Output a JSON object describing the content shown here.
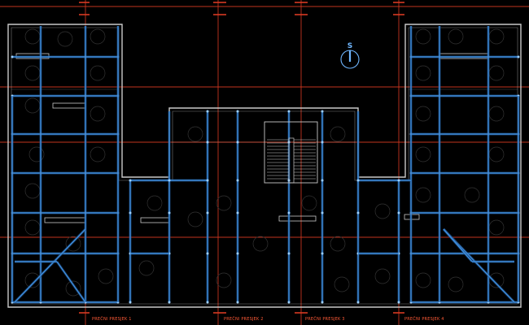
{
  "colors": {
    "background": "#000000",
    "walls": "#c9c9c9",
    "beams": "#3f8fe0",
    "beam_glow": "#1e4f86",
    "section_lines": "#d83a22",
    "section_text": "#ff5a36",
    "north_symbol": "#6fb6ff"
  },
  "icons": {
    "north_arrow": "north-arrow-icon",
    "stair": "staircase-icon"
  },
  "north_arrow": {
    "letter": "S"
  },
  "section_labels": [
    {
      "text": "PREČNI PRESJEK 1"
    },
    {
      "text": "PREČNI PRESJEK 2"
    },
    {
      "text": "PREČNI PRESJEK 3"
    },
    {
      "text": "PREČNI PRESJEK 4"
    }
  ]
}
